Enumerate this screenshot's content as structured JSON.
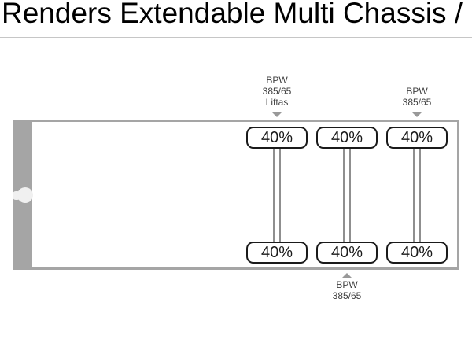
{
  "title": "Renders Extendable Multi Chassis / ...",
  "diagram": {
    "axles": [
      {
        "top_load": "40%",
        "bottom_load": "40%"
      },
      {
        "top_load": "40%",
        "bottom_load": "40%"
      },
      {
        "top_load": "40%",
        "bottom_load": "40%"
      }
    ],
    "labels": {
      "axle1_top": [
        "BPW",
        "385/65",
        "Liftas"
      ],
      "axle3_top": [
        "BPW",
        "385/65"
      ],
      "axle2_bottom": [
        "BPW",
        "385/65"
      ]
    }
  },
  "colors": {
    "chassis_gray": "#a5a5a5",
    "axle_line_gray": "#8f8f8f",
    "arrow_gray": "#999999",
    "box_border": "#1a1a1a",
    "divider": "#c6c6c6",
    "label_text": "#404040"
  }
}
